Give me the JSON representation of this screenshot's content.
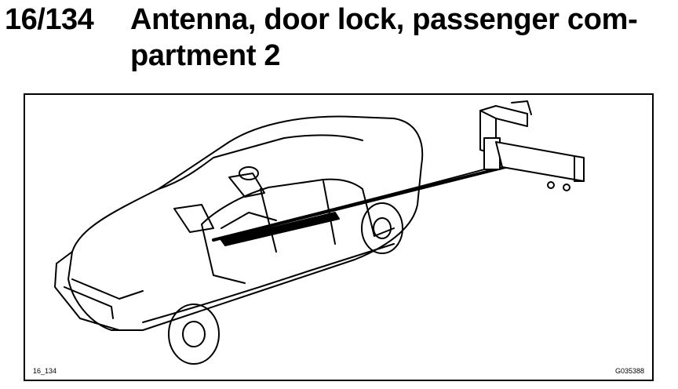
{
  "heading": {
    "number": "16/134",
    "title_line1": "Antenna, door lock, passenger com-",
    "title_line2": "partment 2"
  },
  "figure": {
    "label_left": "16_134",
    "label_right": "G035388"
  }
}
